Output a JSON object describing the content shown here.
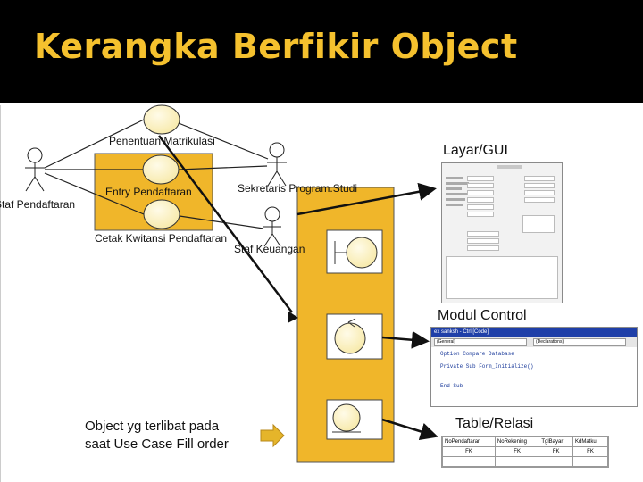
{
  "slide": {
    "title": "Kerangka Berfikir Object",
    "accent_color": "#f5c12e",
    "boundary_color": "#f0b62a"
  },
  "use_cases": {
    "penentuan": "Penentuan Matrikulasi",
    "entry": "Entry Pendaftaran",
    "cetak": "Cetak  Kwitansi Pendaftaran"
  },
  "actors": {
    "staf_pendaftaran": "Staf Pendaftaran",
    "sekretaris": "Sekretaris Program.Studi",
    "staf_keuangan": "Staf Keuangan"
  },
  "panels": {
    "layar": "Layar/GUI",
    "modul": "Modul Control",
    "table": "Table/Relasi"
  },
  "note": {
    "line1": "Object yg terlibat pada",
    "line2": "saat Use Case Fill order"
  },
  "code_window": {
    "title": "ex sanksh - Ctrl [Code]",
    "left_dropdown": "(General)",
    "right_dropdown": "(Declarations)",
    "lines": [
      "Option Compare Database",
      "Private Sub Form_Initialize()",
      "End Sub"
    ]
  },
  "table_window": {
    "headers": [
      "NoPendaftaran",
      "NoRekening",
      "TglBayar",
      "KdMatkul"
    ],
    "keys": [
      "FK",
      "FK",
      "FK",
      "FK"
    ]
  }
}
